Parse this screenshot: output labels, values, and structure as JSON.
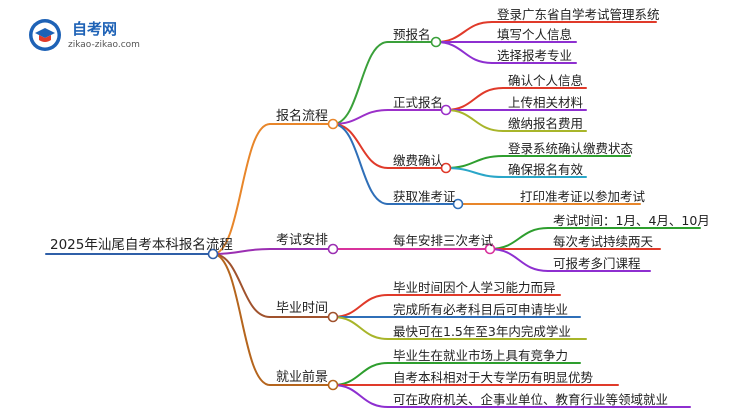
{
  "logo": {
    "title": "自考网",
    "subtitle": "zikao-zikao.com"
  },
  "colors": {
    "root": "#2f5fa8",
    "b1": "#e8862a",
    "b2": "#9b2fb2",
    "b3": "#a0522d",
    "b4": "#b5651d",
    "s_prereg": "#3aa03a",
    "s_formal": "#9b30c9",
    "s_pay": "#e03a2a",
    "s_ticket": "#2f6fb8",
    "t_green": "#2e9e2e",
    "t_purple": "#8e2fd0",
    "t_olive": "#a8b52a",
    "t_blue": "#2f6fb8",
    "t_red": "#e03a2a",
    "t_cyan": "#2aa6c8",
    "t_orange": "#e8862a"
  },
  "mindmap": {
    "root": "2025年汕尾自考本科报名流程",
    "branches": [
      {
        "label": "报名流程",
        "children": [
          {
            "label": "预报名",
            "leaves": [
              "登录广东省自学考试管理系统",
              "填写个人信息",
              "选择报考专业"
            ]
          },
          {
            "label": "正式报名",
            "leaves": [
              "确认个人信息",
              "上传相关材料",
              "缴纳报名费用"
            ]
          },
          {
            "label": "缴费确认",
            "leaves": [
              "登录系统确认缴费状态",
              "确保报名有效"
            ]
          },
          {
            "label": "获取准考证",
            "leaves": [
              "打印准考证以参加考试"
            ]
          }
        ]
      },
      {
        "label": "考试安排",
        "children": [
          {
            "label": "每年安排三次考试",
            "leaves": [
              "考试时间：1月、4月、10月",
              "每次考试持续两天",
              "可报考多门课程"
            ]
          }
        ]
      },
      {
        "label": "毕业时间",
        "leaves": [
          "毕业时间因个人学习能力而异",
          "完成所有必考科目后可申请毕业",
          "最快可在1.5年至3年内完成学业"
        ]
      },
      {
        "label": "就业前景",
        "leaves": [
          "毕业生在就业市场上具有竞争力",
          "自考本科相对于大专学历有明显优势",
          "可在政府机关、企事业单位、教育行业等领域就业"
        ]
      }
    ]
  }
}
